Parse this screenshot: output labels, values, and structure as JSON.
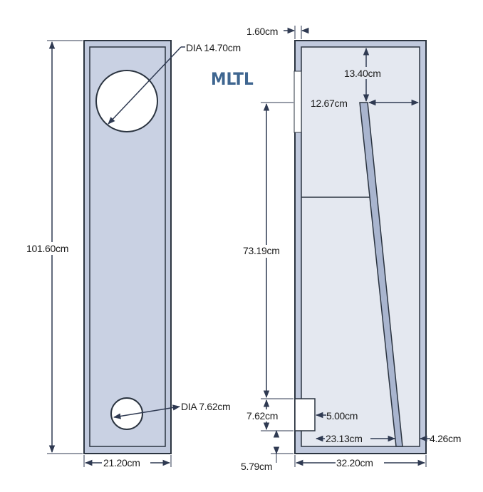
{
  "title": "MLTL",
  "colors": {
    "panel_fill": "#c5cde0",
    "cavity_fill": "#e4e8f0",
    "frame_fill": "#c0c9dd",
    "outline": "#2b3440",
    "dimension_line": "#2f3a52",
    "title": "#3f6690"
  },
  "front_view": {
    "height_label": "101.60cm",
    "width_label": "21.20cm",
    "driver_label": "DIA 14.70cm",
    "port_label": "DIA 7.62cm"
  },
  "side_view": {
    "wall_thickness_label": "1.60cm",
    "top_gap_label": "13.40cm",
    "divider_top_label": "12.67cm",
    "divider_height_label": "73.19cm",
    "port_height_label": "7.62cm",
    "port_depth_label": "5.00cm",
    "bottom_offset_label": "5.79cm",
    "divider_base_label": "23.13cm",
    "divider_back_label": "4.26cm",
    "depth_label": "32.20cm"
  }
}
